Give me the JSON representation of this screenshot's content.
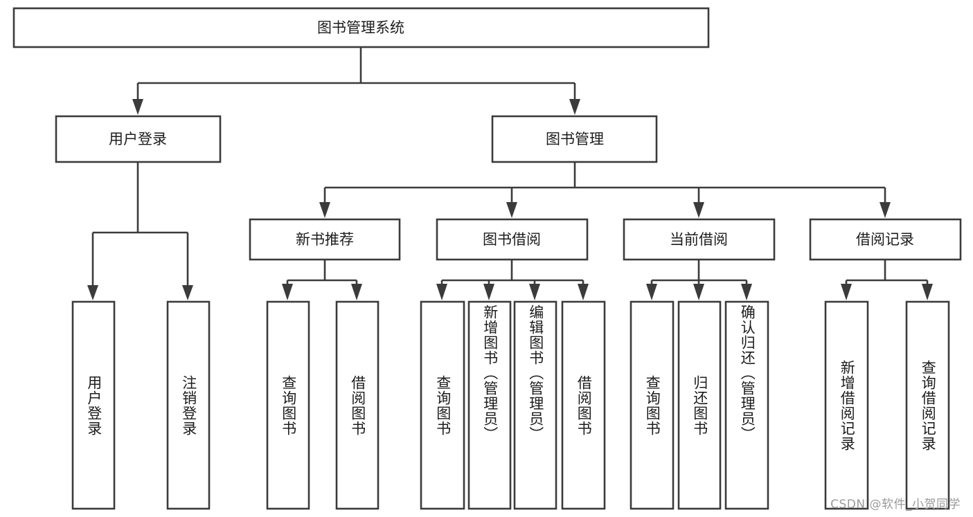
{
  "diagram": {
    "type": "tree-hierarchy",
    "title": "图书管理系统",
    "root": {
      "id": "root",
      "label": "图书管理系统"
    },
    "level2": [
      {
        "id": "user-login",
        "label": "用户登录"
      },
      {
        "id": "book-manage",
        "label": "图书管理"
      }
    ],
    "level3": [
      {
        "id": "new-book-recommend",
        "label": "新书推荐",
        "parent": "book-manage"
      },
      {
        "id": "book-borrow",
        "label": "图书借阅",
        "parent": "book-manage"
      },
      {
        "id": "current-borrow",
        "label": "当前借阅",
        "parent": "book-manage"
      },
      {
        "id": "borrow-record",
        "label": "借阅记录",
        "parent": "book-manage"
      }
    ],
    "leaves": [
      {
        "id": "leaf-user-login",
        "label": "用户登录",
        "parent": "user-login"
      },
      {
        "id": "leaf-user-logout",
        "label": "注销登录",
        "parent": "user-login"
      },
      {
        "id": "leaf-query-book-1",
        "label": "查询图书",
        "parent": "new-book-recommend"
      },
      {
        "id": "leaf-borrow-book-1",
        "label": "借阅图书",
        "parent": "new-book-recommend"
      },
      {
        "id": "leaf-query-book-2",
        "label": "查询图书",
        "parent": "book-borrow"
      },
      {
        "id": "leaf-add-book",
        "label": "新增图书（管理员）",
        "parent": "book-borrow"
      },
      {
        "id": "leaf-edit-book",
        "label": "编辑图书（管理员）",
        "parent": "book-borrow"
      },
      {
        "id": "leaf-borrow-book-2",
        "label": "借阅图书",
        "parent": "book-borrow"
      },
      {
        "id": "leaf-query-book-3",
        "label": "查询图书",
        "parent": "current-borrow"
      },
      {
        "id": "leaf-return-book",
        "label": "归还图书",
        "parent": "current-borrow"
      },
      {
        "id": "leaf-confirm-return",
        "label": "确认归还（管理员）",
        "parent": "current-borrow"
      },
      {
        "id": "leaf-add-record",
        "label": "新增借阅记录",
        "parent": "borrow-record"
      },
      {
        "id": "leaf-query-record",
        "label": "查询借阅记录",
        "parent": "borrow-record"
      }
    ],
    "colors": {
      "stroke": "#3b3b3b",
      "fill": "#ffffff",
      "text": "#1c1c1c",
      "watermark": "#9a9a9a"
    }
  },
  "watermark": {
    "text": "CSDN @软件_小贺同学"
  }
}
